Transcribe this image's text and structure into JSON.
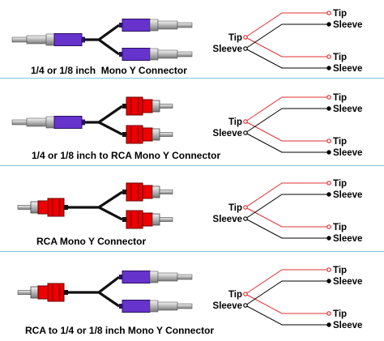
{
  "colors": {
    "jack_body": "#6633cc",
    "rca_body": "#ee0000",
    "tip_wire": "#e03030",
    "sleeve_wire": "#000000",
    "divider": "#7fc6d6"
  },
  "sections": [
    {
      "title": "1/4 or 1/8 inch  Mono Y Connector",
      "input_plug": "jack",
      "output_plugs": "jack",
      "wiring": {
        "in_tip": "Tip",
        "in_sleeve": "Sleeve",
        "out1_tip": "Tip",
        "out1_sleeve": "Sleeve",
        "out2_tip": "Tip",
        "out2_sleeve": "Sleeve"
      }
    },
    {
      "title": "1/4 or 1/8 inch to RCA Mono Y Connector",
      "input_plug": "jack",
      "output_plugs": "rca",
      "wiring": {
        "in_tip": "Tip",
        "in_sleeve": "Sleeve",
        "out1_tip": "Tip",
        "out1_sleeve": "Sleeve",
        "out2_tip": "Tip",
        "out2_sleeve": "Sleeve"
      }
    },
    {
      "title": "RCA Mono Y Connector",
      "input_plug": "rca",
      "output_plugs": "rca",
      "wiring": {
        "in_tip": "Tip",
        "in_sleeve": "Sleeve",
        "out1_tip": "Tip",
        "out1_sleeve": "Sleeve",
        "out2_tip": "Tip",
        "out2_sleeve": "Sleeve"
      }
    },
    {
      "title": "RCA to 1/4 or 1/8 inch Mono Y Connector",
      "input_plug": "rca",
      "output_plugs": "jack",
      "wiring": {
        "in_tip": "Tip",
        "in_sleeve": "Sleeve",
        "out1_tip": "Tip",
        "out1_sleeve": "Sleeve",
        "out2_tip": "Tip",
        "out2_sleeve": "Sleeve"
      }
    }
  ]
}
